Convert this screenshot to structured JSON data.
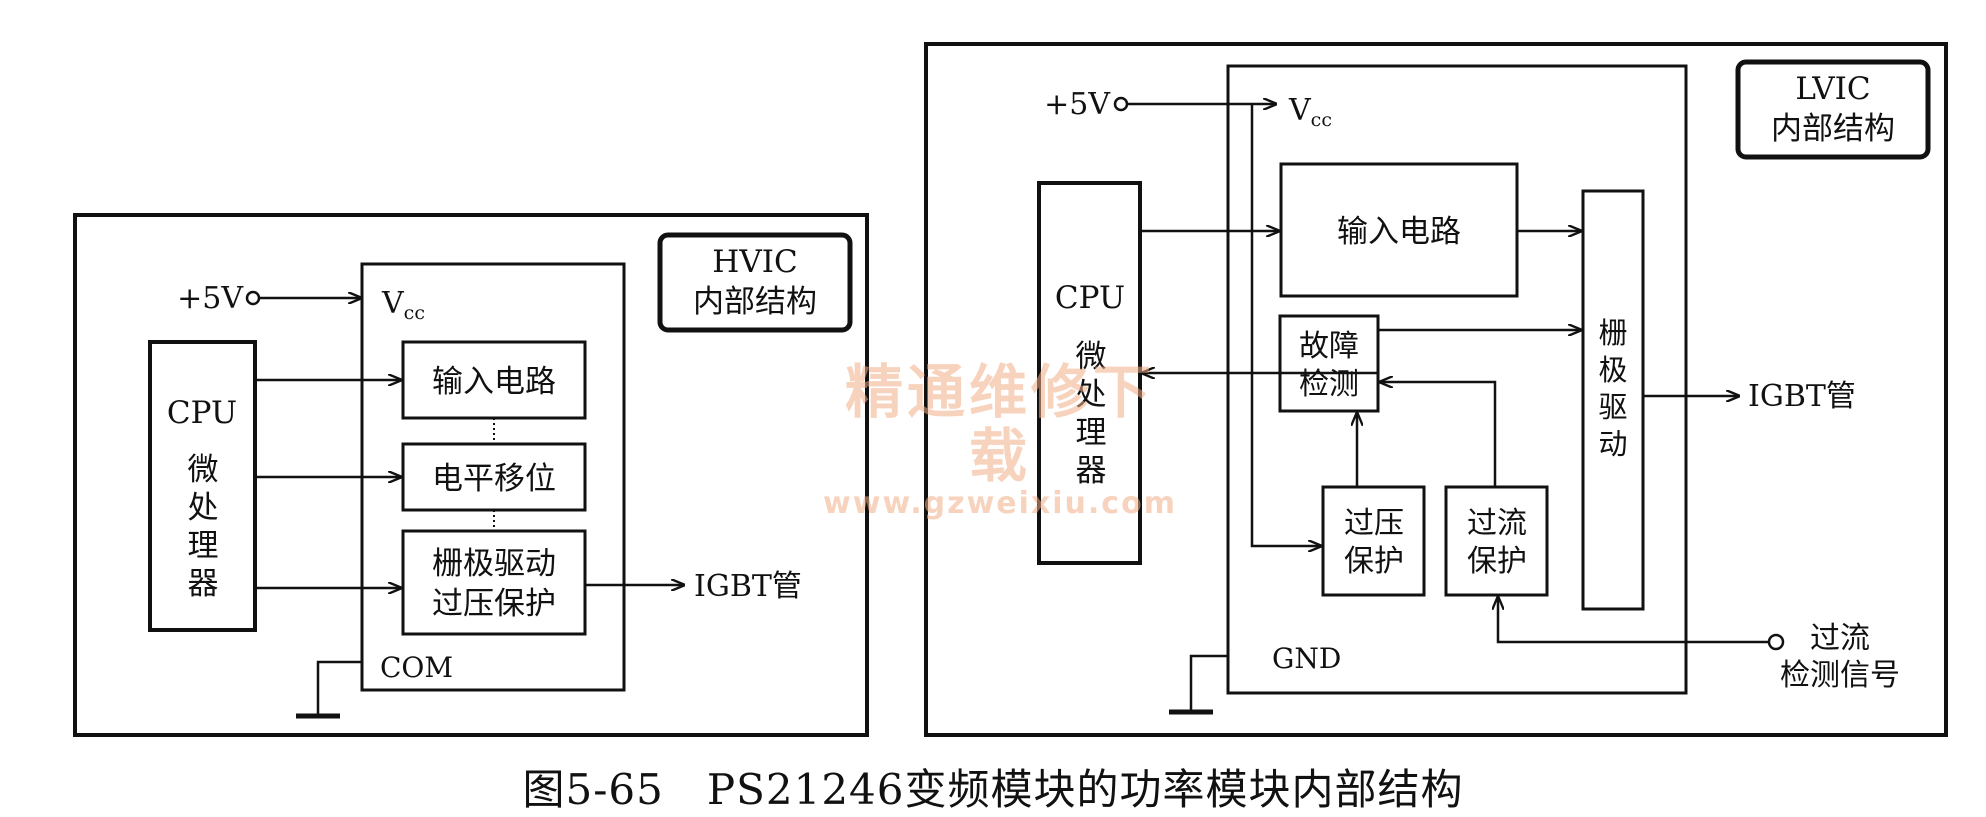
{
  "caption": "图5-65　PS21246变频模块的功率模块内部结构",
  "watermark": {
    "line1": "精通维修下载",
    "line2": "www.gzweixiu.com"
  },
  "hvic": {
    "title_line1": "HVIC",
    "title_line2": "内部结构",
    "supply": "+5V",
    "vcc": "V",
    "vcc_sub": "cc",
    "cpu": {
      "line1": "CPU",
      "chars": [
        "微",
        "处",
        "理",
        "器"
      ]
    },
    "blocks": {
      "input": "输入电路",
      "level_shift": "电平移位",
      "gate_line1": "栅极驱动",
      "gate_line2": "过压保护"
    },
    "com": "COM",
    "output": "IGBT管"
  },
  "lvic": {
    "title_line1": "LVIC",
    "title_line2": "内部结构",
    "supply": "+5V",
    "vcc": "V",
    "vcc_sub": "cc",
    "cpu": {
      "line1": "CPU",
      "chars": [
        "微",
        "处",
        "理",
        "器"
      ]
    },
    "blocks": {
      "input": "输入电路",
      "fault_line1": "故障",
      "fault_line2": "检测",
      "ovp_line1": "过压",
      "ovp_line2": "保护",
      "ocp_line1": "过流",
      "ocp_line2": "保护",
      "gate_chars": [
        "栅",
        "极",
        "驱",
        "动"
      ]
    },
    "gnd": "GND",
    "output": "IGBT管",
    "oc_signal_line1": "过流",
    "oc_signal_line2": "检测信号"
  }
}
